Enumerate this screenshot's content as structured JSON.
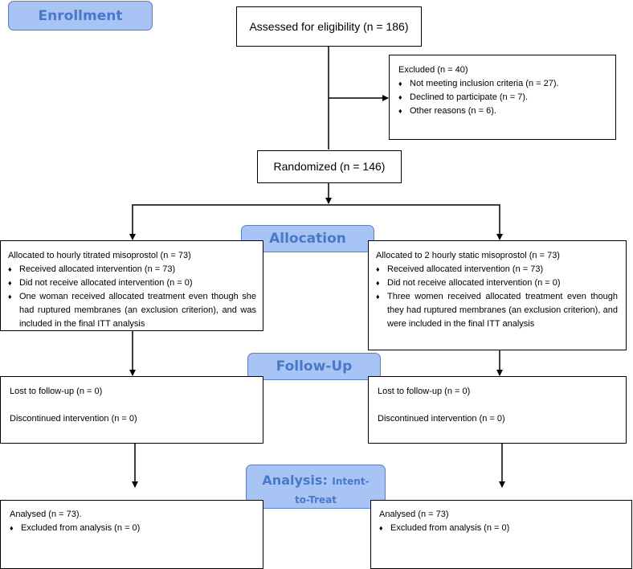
{
  "stages": {
    "enrollment": "Enrollment",
    "allocation": "Allocation",
    "followup": "Follow-Up",
    "analysis_main": "Analysis:",
    "analysis_sub": "Intent-to-Treat"
  },
  "assessed": "Assessed for eligibility (n = 186)",
  "excluded": {
    "title": "Excluded  (n = 40)",
    "items": [
      "Not meeting inclusion criteria (n = 27).",
      "Declined to participate (n = 7).",
      "Other reasons (n = 6)."
    ]
  },
  "randomized": "Randomized (n = 146)",
  "left": {
    "allocation_title": "Allocated to hourly titrated misoprostol (n = 73)",
    "allocation_items": [
      "Received allocated intervention (n = 73)",
      "Did not receive allocated intervention (n =  0)",
      "One woman received allocated treatment even though she had ruptured membranes (an exclusion criterion), and was included in the final ITT analysis"
    ],
    "followup_lost": "Lost to follow-up (n = 0)",
    "followup_discontinued": "Discontinued intervention (n = 0)",
    "analysed": "Analysed (n = 73).",
    "analysis_items": [
      "Excluded from analysis (n = 0)"
    ]
  },
  "right": {
    "allocation_title": "Allocated to 2 hourly static misoprostol (n = 73)",
    "allocation_items": [
      "Received allocated intervention (n = 73)",
      "Did not receive allocated intervention (n = 0)",
      "Three women received allocated treatment even though they had ruptured membranes (an exclusion criterion), and were included in the final ITT analysis"
    ],
    "followup_lost": "Lost to follow-up (n = 0)",
    "followup_discontinued": "Discontinued intervention (n = 0)",
    "analysed": "Analysed (n = 73)",
    "analysis_items": [
      "Excluded from analysis (n = 0)"
    ]
  },
  "bullet_symbol": "♦",
  "colors": {
    "stage_fill": "#a8c4f5",
    "stage_text": "#4a78c8",
    "stage_border": "#5b7fbf"
  }
}
